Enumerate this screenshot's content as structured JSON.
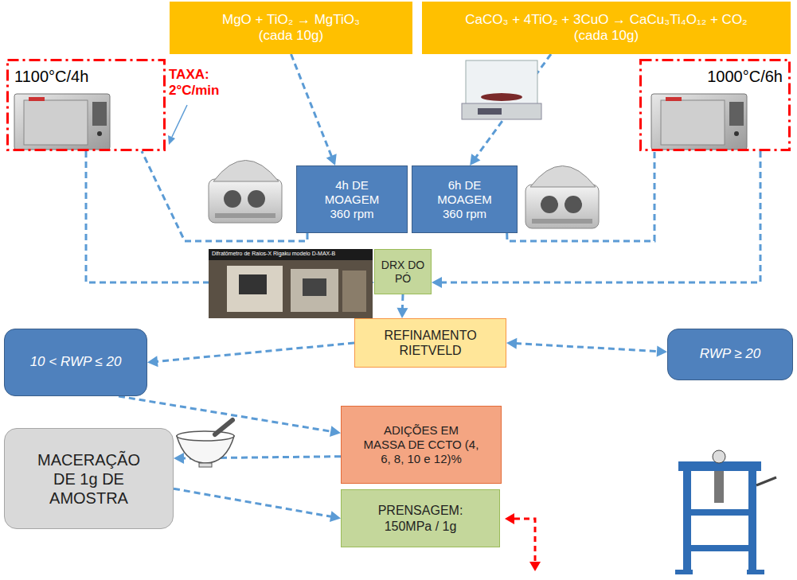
{
  "diagram": {
    "nodes": [
      {
        "text": [
          "MgO + TiO₂ → MgTiO₃",
          "(cada 10g)"
        ]
      },
      {
        "text": [
          "CaCO₃ + 4TiO₂ + 3CuO → CaCu₃Ti₄O₁₂ + CO₂",
          "(cada 10g)"
        ]
      },
      {
        "text": [
          "1100°C/4h"
        ]
      },
      {
        "text": [
          "1000°C/6h"
        ]
      },
      {
        "text": [
          "4h DE MOAGEM 360 rpm"
        ]
      },
      {
        "text": [
          "6h DE MOAGEM 360 rpm"
        ]
      },
      {
        "text": [
          "DRX DO PÓ"
        ]
      },
      {
        "text": [
          "REFINAMENTO RIETVELD"
        ]
      },
      {
        "text": [
          "10 < RWP ≤ 20"
        ]
      },
      {
        "text": [
          "RWP ≥ 20"
        ]
      },
      {
        "text": [
          "ADIÇÕES EM MASSA DE CCTO (4, 6, 8, 10 e 12)%"
        ]
      },
      {
        "text": [
          "MACERAÇÃO DE 1g DE AMOSTRA"
        ]
      },
      {
        "text": [
          "PRENSAGEM: 150MPa / 1g"
        ]
      }
    ],
    "edges": [
      {
        "from": 0,
        "to": 4,
        "arrow": "to"
      },
      {
        "from": 1,
        "to": 5,
        "arrow": "to"
      },
      {
        "from": 4,
        "to": 2,
        "arrow": "none"
      },
      {
        "from": 2,
        "to": 6,
        "arrow": "to"
      },
      {
        "from": 5,
        "to": 3,
        "arrow": "none"
      },
      {
        "from": 3,
        "to": 6,
        "arrow": "to"
      },
      {
        "from": 6,
        "to": 7,
        "arrow": "to"
      },
      {
        "from": 7,
        "to": 8,
        "arrow": "to"
      },
      {
        "from": 7,
        "to": 9,
        "arrow": "both"
      },
      {
        "from": 8,
        "to": 10,
        "arrow": "to"
      },
      {
        "from": 10,
        "to": 11,
        "arrow": "to"
      },
      {
        "from": 11,
        "to": 12,
        "arrow": "to"
      }
    ],
    "labels": [
      "TAXA: 2°C/min",
      "Difratômetro de Raios-X Rigaku modelo D-MAX-B"
    ]
  }
}
